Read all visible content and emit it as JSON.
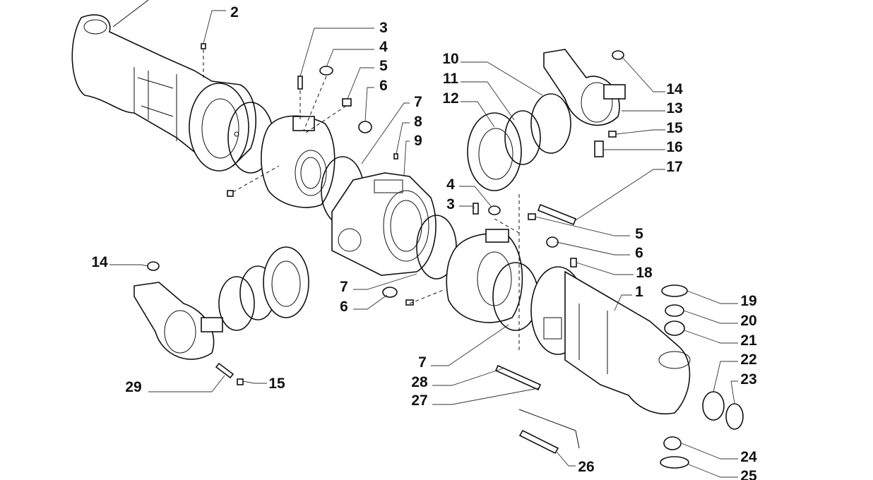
{
  "diagram": {
    "type": "exploded parts diagram",
    "callouts": [
      "2",
      "3",
      "4",
      "5",
      "6",
      "7",
      "8",
      "9",
      "10",
      "11",
      "12",
      "14",
      "13",
      "15",
      "16",
      "17",
      "4",
      "3",
      "5",
      "6",
      "18",
      "14",
      "7",
      "6",
      "1",
      "19",
      "20",
      "21",
      "22",
      "23",
      "7",
      "28",
      "27",
      "29",
      "15",
      "26",
      "24",
      "25"
    ]
  }
}
